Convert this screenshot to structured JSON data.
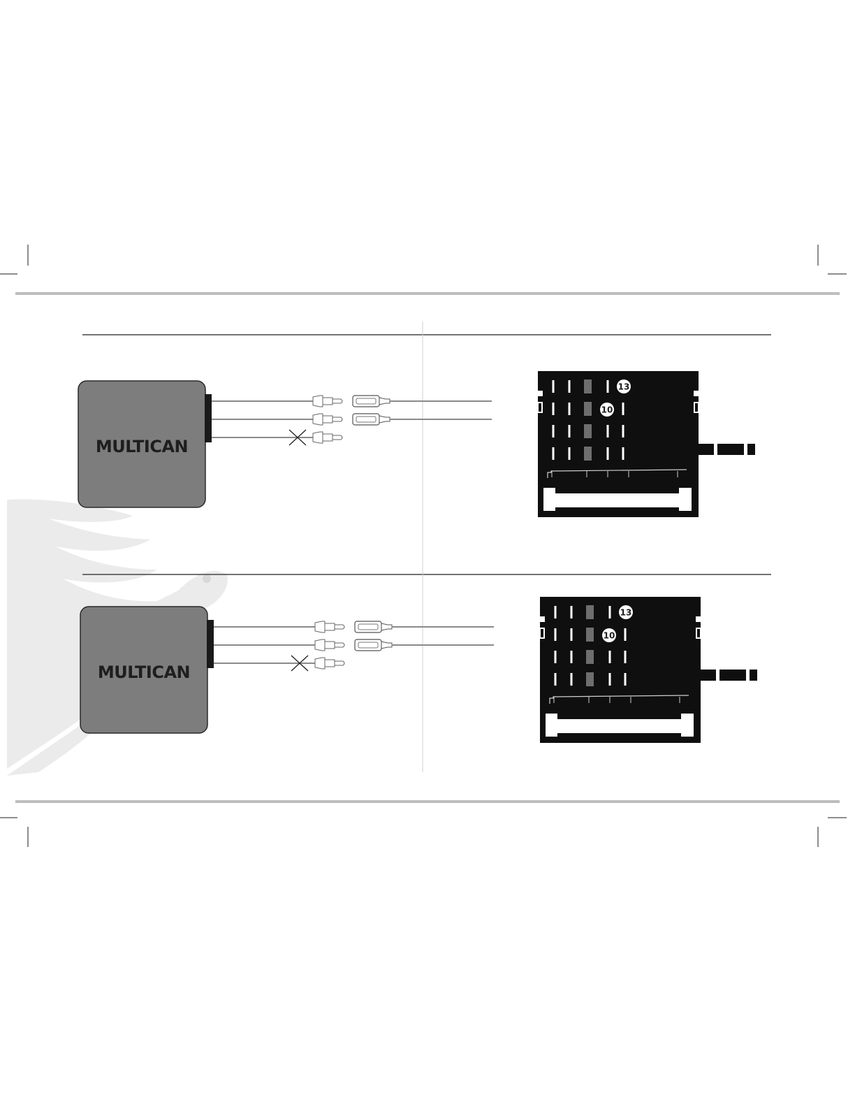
{
  "colors": {
    "module_fill": "#7d7d7d",
    "connector_fill": "#0f0f0f",
    "wire": "#8a8a8a",
    "rule": "#444444",
    "frame_rule": "#bdbdbd",
    "watermark": "#ececec"
  },
  "icons": {
    "watermark": "parrot-watermark-icon",
    "cut_wire": "cut-wire-x-icon",
    "male_terminal": "male-spade-terminal-icon",
    "female_terminal": "female-terminal-icon"
  },
  "panels": [
    {
      "module_label": "MULTICAN",
      "wires": 3,
      "cut_wire_index": 2,
      "female_terminals": 2,
      "connector": {
        "pin_labels": [
          "13",
          "10"
        ]
      }
    },
    {
      "module_label": "MULTICAN",
      "wires": 3,
      "cut_wire_index": 2,
      "female_terminals": 2,
      "connector": {
        "pin_labels": [
          "13",
          "10"
        ]
      }
    }
  ]
}
